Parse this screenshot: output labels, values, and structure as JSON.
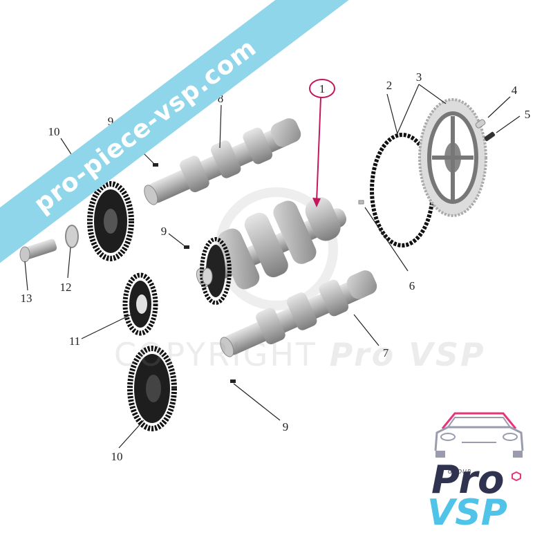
{
  "watermark": {
    "site": "pro-piece-vsp.com",
    "copyright_word": "COPYRIGHT",
    "copyright_brand": "Pro VSP"
  },
  "logo": {
    "group": "GROUP",
    "pro": "Pro",
    "vsp": "VSP",
    "colors": {
      "dark": "#2f3350",
      "light": "#4fc3e8",
      "pink": "#e8357a"
    }
  },
  "callouts": {
    "c1": "1",
    "c2": "2",
    "c3": "3",
    "c4": "4",
    "c5": "5",
    "c6": "6",
    "c7": "7",
    "c8": "8",
    "c9a": "9",
    "c9b": "9",
    "c9c": "9",
    "c10a": "10",
    "c10b": "10",
    "c11": "11",
    "c12": "12",
    "c13": "13"
  },
  "highlight_color": "#c2185b"
}
